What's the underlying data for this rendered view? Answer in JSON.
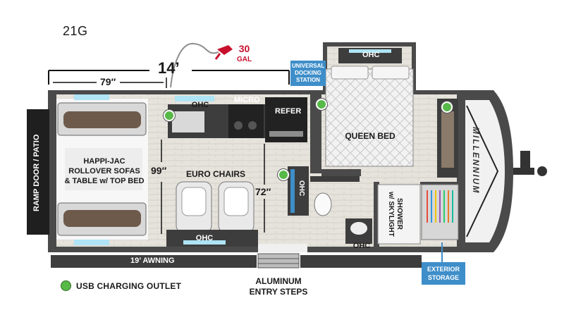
{
  "model": "21G",
  "dimensions": {
    "length": "14’",
    "sofa_width": "79″",
    "interior_width": "99″",
    "aisle": "72″"
  },
  "fuel": {
    "amount": "30",
    "unit": "GAL"
  },
  "callouts": {
    "universal_docking": [
      "UNIVERSAL",
      "DOCKING",
      "STATION"
    ],
    "exterior_storage": [
      "EXTERIOR",
      "STORAGE"
    ]
  },
  "rooms": {
    "ramp_door": "RAMP DOOR / PATIO",
    "sofas": [
      "HAPPI-JAC",
      "ROLLOVER SOFAS",
      "& TABLE w/ TOP BED"
    ],
    "ohc_kitchen": "OHC",
    "micro": "MICRO",
    "refer": "REFER",
    "bed_ohc": "OHC",
    "queen_bed": "QUEEN BED",
    "euro_chairs": "EURO CHAIRS",
    "ohc_side": "OHC",
    "ohc_bottom": "OHC",
    "shower": [
      "SHOWER",
      "w/ SKYLIGHT"
    ],
    "ohc_bath": "OHC",
    "awning": "19’ AWNING",
    "entry_steps": [
      "ALUMINUM",
      "ENTRY STEPS"
    ],
    "brand": "MILLENNIUM"
  },
  "legend": {
    "usb": "USB CHARGING OUTLET"
  },
  "colors": {
    "usb_dot": "#57b947",
    "callout": "#3e8ec9",
    "fuel": "#c8102e",
    "wall": "#4a4a4a"
  }
}
